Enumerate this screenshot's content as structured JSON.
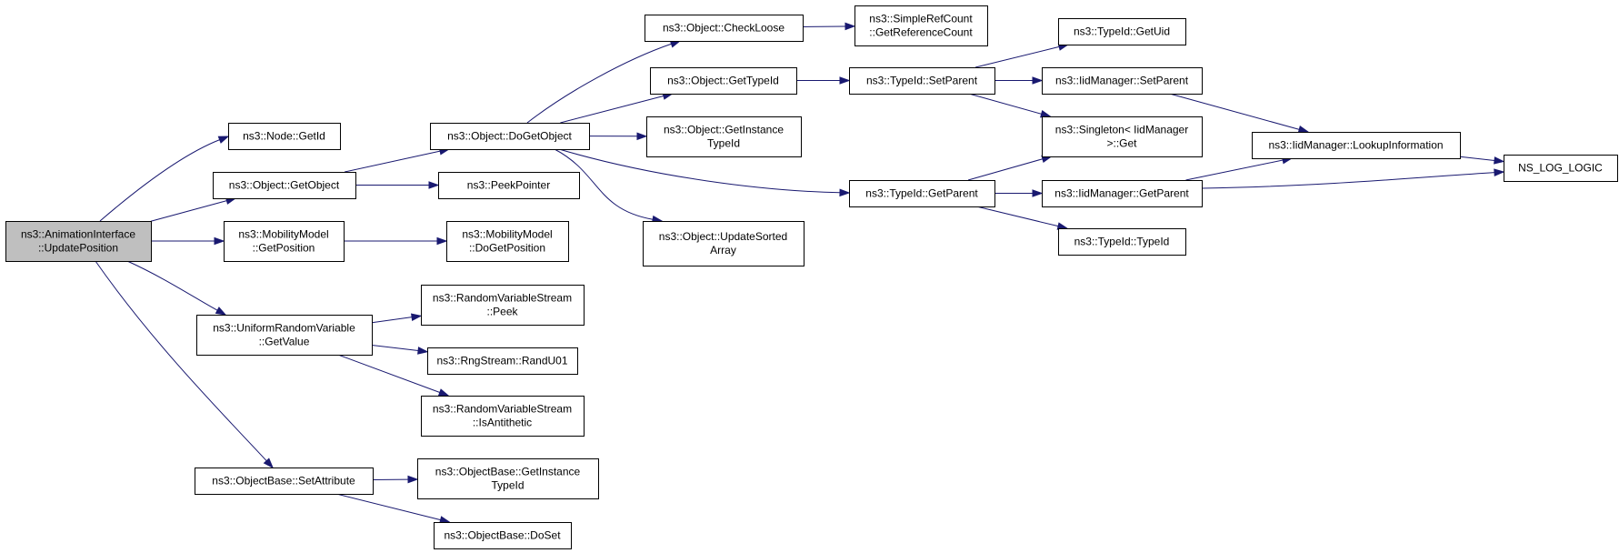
{
  "diagram": {
    "nodes": [
      {
        "id": "animation_update_position",
        "lines": [
          "ns3::AnimationInterface",
          "::UpdatePosition"
        ],
        "root": true
      },
      {
        "id": "node_get_id",
        "lines": [
          "ns3::Node::GetId"
        ]
      },
      {
        "id": "object_get_object",
        "lines": [
          "ns3::Object::GetObject"
        ]
      },
      {
        "id": "mobility_get_position",
        "lines": [
          "ns3::MobilityModel",
          "::GetPosition"
        ]
      },
      {
        "id": "uniform_get_value",
        "lines": [
          "ns3::UniformRandomVariable",
          "::GetValue"
        ]
      },
      {
        "id": "objectbase_set_attribute",
        "lines": [
          "ns3::ObjectBase::SetAttribute"
        ]
      },
      {
        "id": "object_do_get_object",
        "lines": [
          "ns3::Object::DoGetObject"
        ]
      },
      {
        "id": "peek_pointer",
        "lines": [
          "ns3::PeekPointer"
        ]
      },
      {
        "id": "mobility_do_get_position",
        "lines": [
          "ns3::MobilityModel",
          "::DoGetPosition"
        ]
      },
      {
        "id": "rvs_peek",
        "lines": [
          "ns3::RandomVariableStream",
          "::Peek"
        ]
      },
      {
        "id": "rng_randu01",
        "lines": [
          "ns3::RngStream::RandU01"
        ]
      },
      {
        "id": "rvs_is_antithetic",
        "lines": [
          "ns3::RandomVariableStream",
          "::IsAntithetic"
        ]
      },
      {
        "id": "objectbase_get_instance_typeid",
        "lines": [
          "ns3::ObjectBase::GetInstance",
          "TypeId"
        ]
      },
      {
        "id": "objectbase_do_set",
        "lines": [
          "ns3::ObjectBase::DoSet"
        ]
      },
      {
        "id": "object_check_loose",
        "lines": [
          "ns3::Object::CheckLoose"
        ]
      },
      {
        "id": "object_get_typeid",
        "lines": [
          "ns3::Object::GetTypeId"
        ]
      },
      {
        "id": "object_get_instance_typeid",
        "lines": [
          "ns3::Object::GetInstance",
          "TypeId"
        ]
      },
      {
        "id": "object_update_sorted_array",
        "lines": [
          "ns3::Object::UpdateSorted",
          "Array"
        ]
      },
      {
        "id": "simple_ref_count",
        "lines": [
          "ns3::SimpleRefCount",
          "::GetReferenceCount"
        ]
      },
      {
        "id": "typeid_set_parent",
        "lines": [
          "ns3::TypeId::SetParent"
        ]
      },
      {
        "id": "typeid_get_parent",
        "lines": [
          "ns3::TypeId::GetParent"
        ]
      },
      {
        "id": "typeid_get_uid",
        "lines": [
          "ns3::TypeId::GetUid"
        ]
      },
      {
        "id": "iidmanager_set_parent",
        "lines": [
          "ns3::IidManager::SetParent"
        ]
      },
      {
        "id": "singleton_get",
        "lines": [
          "ns3::Singleton< IidManager",
          " >::Get"
        ]
      },
      {
        "id": "iidmanager_get_parent",
        "lines": [
          "ns3::IidManager::GetParent"
        ]
      },
      {
        "id": "typeid_typeid",
        "lines": [
          "ns3::TypeId::TypeId"
        ]
      },
      {
        "id": "iidmanager_lookup_information",
        "lines": [
          "ns3::IidManager::LookupInformation"
        ]
      },
      {
        "id": "ns_log_logic",
        "lines": [
          "NS_LOG_LOGIC"
        ]
      }
    ],
    "edges": [
      {
        "from": "animation_update_position",
        "to": "node_get_id"
      },
      {
        "from": "animation_update_position",
        "to": "object_get_object"
      },
      {
        "from": "animation_update_position",
        "to": "mobility_get_position"
      },
      {
        "from": "animation_update_position",
        "to": "uniform_get_value"
      },
      {
        "from": "animation_update_position",
        "to": "objectbase_set_attribute"
      },
      {
        "from": "object_get_object",
        "to": "object_do_get_object"
      },
      {
        "from": "object_get_object",
        "to": "peek_pointer"
      },
      {
        "from": "mobility_get_position",
        "to": "mobility_do_get_position"
      },
      {
        "from": "uniform_get_value",
        "to": "rvs_peek"
      },
      {
        "from": "uniform_get_value",
        "to": "rng_randu01"
      },
      {
        "from": "uniform_get_value",
        "to": "rvs_is_antithetic"
      },
      {
        "from": "objectbase_set_attribute",
        "to": "objectbase_get_instance_typeid"
      },
      {
        "from": "objectbase_set_attribute",
        "to": "objectbase_do_set"
      },
      {
        "from": "object_do_get_object",
        "to": "object_check_loose"
      },
      {
        "from": "object_do_get_object",
        "to": "object_get_typeid"
      },
      {
        "from": "object_do_get_object",
        "to": "object_get_instance_typeid"
      },
      {
        "from": "object_do_get_object",
        "to": "object_update_sorted_array"
      },
      {
        "from": "object_do_get_object",
        "to": "typeid_get_parent"
      },
      {
        "from": "object_check_loose",
        "to": "simple_ref_count"
      },
      {
        "from": "object_get_typeid",
        "to": "typeid_set_parent"
      },
      {
        "from": "typeid_set_parent",
        "to": "typeid_get_uid"
      },
      {
        "from": "typeid_set_parent",
        "to": "iidmanager_set_parent"
      },
      {
        "from": "typeid_set_parent",
        "to": "singleton_get"
      },
      {
        "from": "typeid_get_parent",
        "to": "singleton_get"
      },
      {
        "from": "typeid_get_parent",
        "to": "iidmanager_get_parent"
      },
      {
        "from": "typeid_get_parent",
        "to": "typeid_typeid"
      },
      {
        "from": "iidmanager_set_parent",
        "to": "iidmanager_lookup_information"
      },
      {
        "from": "iidmanager_get_parent",
        "to": "iidmanager_lookup_information"
      },
      {
        "from": "iidmanager_get_parent",
        "to": "ns_log_logic"
      },
      {
        "from": "iidmanager_lookup_information",
        "to": "ns_log_logic"
      }
    ]
  }
}
